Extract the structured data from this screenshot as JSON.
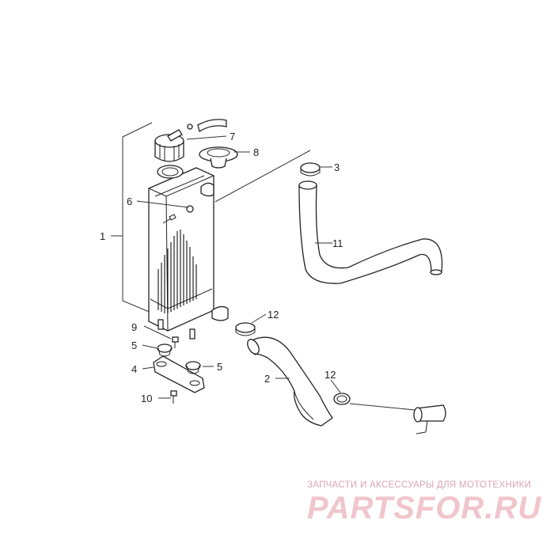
{
  "diagram": {
    "callouts": [
      {
        "id": "1",
        "label": "1"
      },
      {
        "id": "2",
        "label": "2"
      },
      {
        "id": "3",
        "label": "3"
      },
      {
        "id": "4",
        "label": "4"
      },
      {
        "id": "5a",
        "label": "5"
      },
      {
        "id": "5b",
        "label": "5"
      },
      {
        "id": "6",
        "label": "6"
      },
      {
        "id": "7",
        "label": "7"
      },
      {
        "id": "8",
        "label": "8"
      },
      {
        "id": "9",
        "label": "9"
      },
      {
        "id": "10",
        "label": "10"
      },
      {
        "id": "11",
        "label": "11"
      },
      {
        "id": "12a",
        "label": "12"
      },
      {
        "id": "12b",
        "label": "12"
      }
    ]
  },
  "watermark": {
    "caption": "ЗАПЧАСТИ И АКСЕССУАРЫ ДЛЯ МОТОТЕХНИКИ",
    "logo": "PARTSFOR.RU"
  },
  "colors": {
    "line": "#222222",
    "watermark_caption": "#d9a6ad",
    "watermark_logo": "#f0c6cc"
  }
}
